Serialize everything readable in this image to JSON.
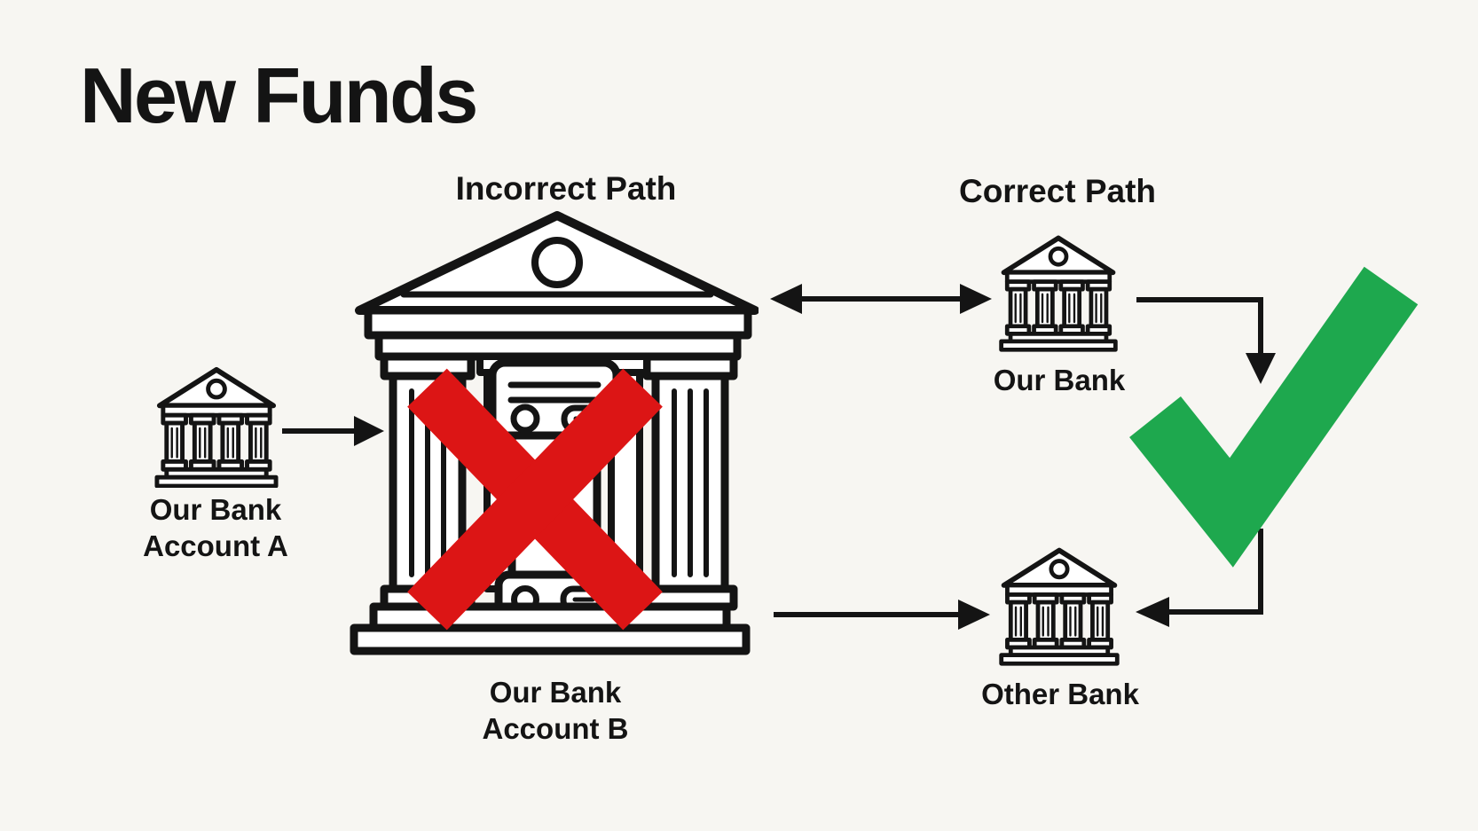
{
  "colors": {
    "background": "#f7f6f2",
    "ink": "#141414",
    "red": "#dc1515",
    "green": "#1ea84e"
  },
  "title": "New Funds",
  "incorrect_section": {
    "heading": "Incorrect Path"
  },
  "correct_section": {
    "heading": "Correct Path"
  },
  "nodes": {
    "account_a": {
      "line1": "Our Bank",
      "line2": "Account A"
    },
    "account_b": {
      "line1": "Our Bank",
      "line2": "Account B"
    },
    "our_bank": {
      "label": "Our Bank"
    },
    "other_bank": {
      "label": "Other Bank"
    }
  },
  "icons": {
    "incorrect_mark": "red-x-icon",
    "correct_mark": "green-check-icon",
    "bank": "bank-icon"
  }
}
